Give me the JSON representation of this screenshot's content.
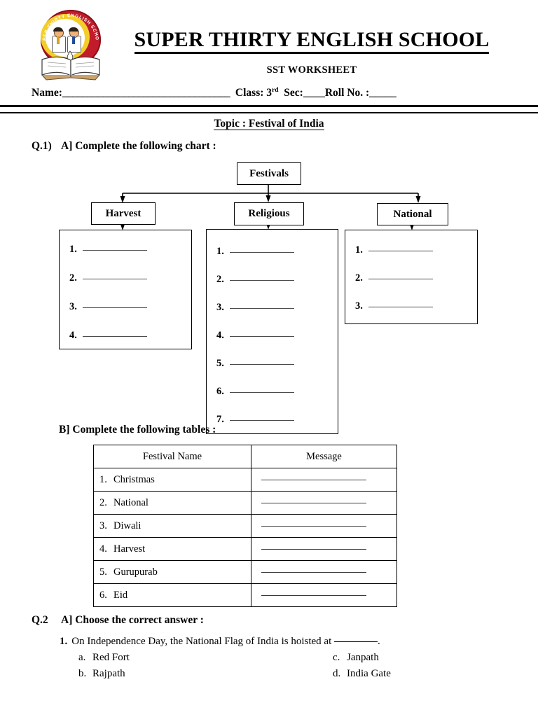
{
  "header": {
    "school_name": "SUPER THIRTY ENGLISH SCHOOL",
    "worksheet_subtitle": "SST WORKSHEET",
    "name_label": "Name:",
    "name_blank": "_________________________________",
    "class_label": "Class:",
    "class_value": "3",
    "class_suffix": "rd",
    "sec_label": "Sec:",
    "sec_blank": "____",
    "roll_label": "Roll No. :",
    "roll_blank": "_____",
    "logo": {
      "ring_text": "SUPER THIRTY ENGLISH SCHOOL",
      "ring_color": "#C21C2B",
      "inner_color": "#F3CE2A"
    }
  },
  "topic": "Topic : Festival of India",
  "q1": {
    "number": "Q.1)",
    "part_a_label": "A] Complete the following chart :",
    "part_b_label": "B] Complete the following tables :"
  },
  "chart_data": {
    "type": "diagram",
    "title": "Festivals",
    "root": "Festivals",
    "branches": [
      {
        "label": "Harvest",
        "item_count": 4,
        "items": [
          "1.",
          "2.",
          "3.",
          "4."
        ],
        "blank": "____________"
      },
      {
        "label": "Religious",
        "item_count": 7,
        "items": [
          "1.",
          "2.",
          "3.",
          "4.",
          "5.",
          "6.",
          "7."
        ],
        "blank": "____________"
      },
      {
        "label": "National",
        "item_count": 3,
        "items": [
          "1.",
          "2.",
          "3."
        ],
        "blank": "____________"
      }
    ]
  },
  "table": {
    "headers": [
      "Festival Name",
      "Message"
    ],
    "rows": [
      {
        "index": "1.",
        "name": "Christmas",
        "message": ""
      },
      {
        "index": "2.",
        "name": "National",
        "message": ""
      },
      {
        "index": "3.",
        "name": "Diwali",
        "message": ""
      },
      {
        "index": "4.",
        "name": "Harvest",
        "message": ""
      },
      {
        "index": "5.",
        "name": "Gurupurab",
        "message": ""
      },
      {
        "index": "6.",
        "name": "Eid",
        "message": ""
      }
    ]
  },
  "q2": {
    "number": "Q.2",
    "part_a_label": "A] Choose the correct answer :",
    "questions": [
      {
        "number": "1.",
        "text_before": "On Independence Day, the National Flag of India is hoisted at",
        "text_after": ".",
        "options": [
          {
            "letter": "a.",
            "text": "Red Fort"
          },
          {
            "letter": "b.",
            "text": "Rajpath"
          },
          {
            "letter": "c.",
            "text": "Janpath"
          },
          {
            "letter": "d.",
            "text": "India Gate"
          }
        ]
      }
    ]
  }
}
